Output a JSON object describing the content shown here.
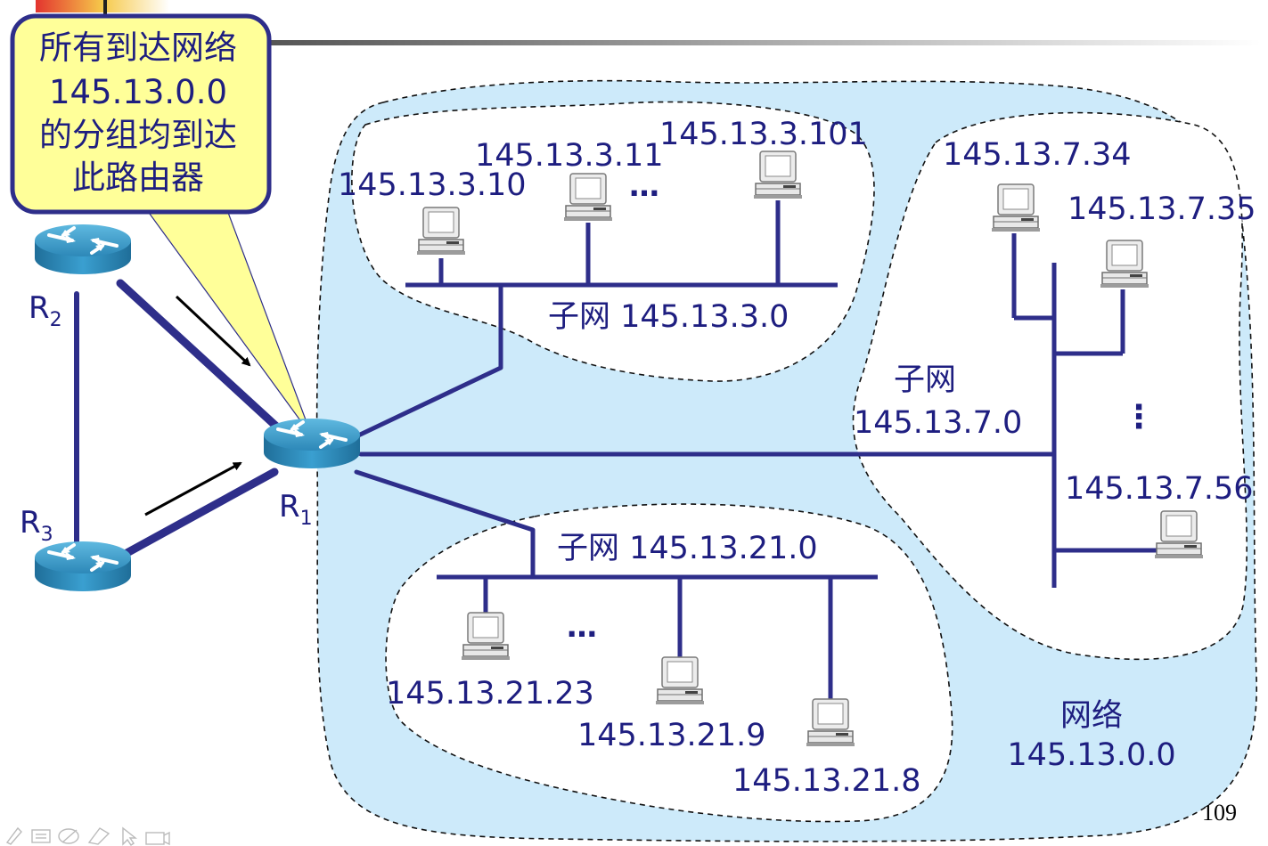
{
  "callout": {
    "lines": [
      "所有到达网络",
      "145.13.0.0",
      "的分组均到达",
      "此路由器"
    ]
  },
  "routers": {
    "r1": {
      "name": "R",
      "sub": "1"
    },
    "r2": {
      "name": "R",
      "sub": "2"
    },
    "r3": {
      "name": "R",
      "sub": "3"
    }
  },
  "subnet3": {
    "label": "子网 145.13.3.0",
    "hosts": [
      "145.13.3.10",
      "145.13.3.11",
      "145.13.3.101"
    ],
    "ellipsis": "…"
  },
  "subnet7": {
    "label_line1": "子网",
    "label_line2": "145.13.7.0",
    "hosts": [
      "145.13.7.34",
      "145.13.7.35",
      "145.13.7.56"
    ],
    "ellipsis": "⋮"
  },
  "subnet21": {
    "label": "子网 145.13.21.0",
    "hosts": [
      "145.13.21.23",
      "145.13.21.9",
      "145.13.21.8"
    ],
    "ellipsis": "…"
  },
  "network": {
    "label_line1": "网络",
    "label_line2": "145.13.0.0"
  },
  "page_number": "109",
  "colors": {
    "network_fill": "#cdeafa",
    "link": "#2e2e8a",
    "callout_fill": "#ffff99",
    "text": "#1e1e80"
  }
}
